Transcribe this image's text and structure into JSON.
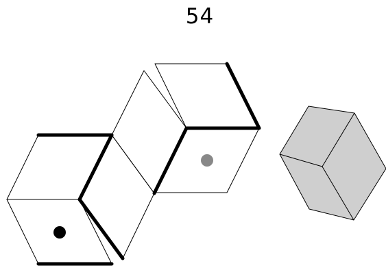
{
  "page": {
    "number": "54"
  },
  "figure": {
    "net": {
      "face_count": 6,
      "marked_faces": [
        {
          "face": "bottom-left",
          "marker": "dot",
          "color": "#000000"
        },
        {
          "face": "upper-right",
          "marker": "dot",
          "color": "#888888"
        }
      ]
    },
    "solid": {
      "shape": "cube",
      "fill_color": "#cfcfcf"
    }
  }
}
